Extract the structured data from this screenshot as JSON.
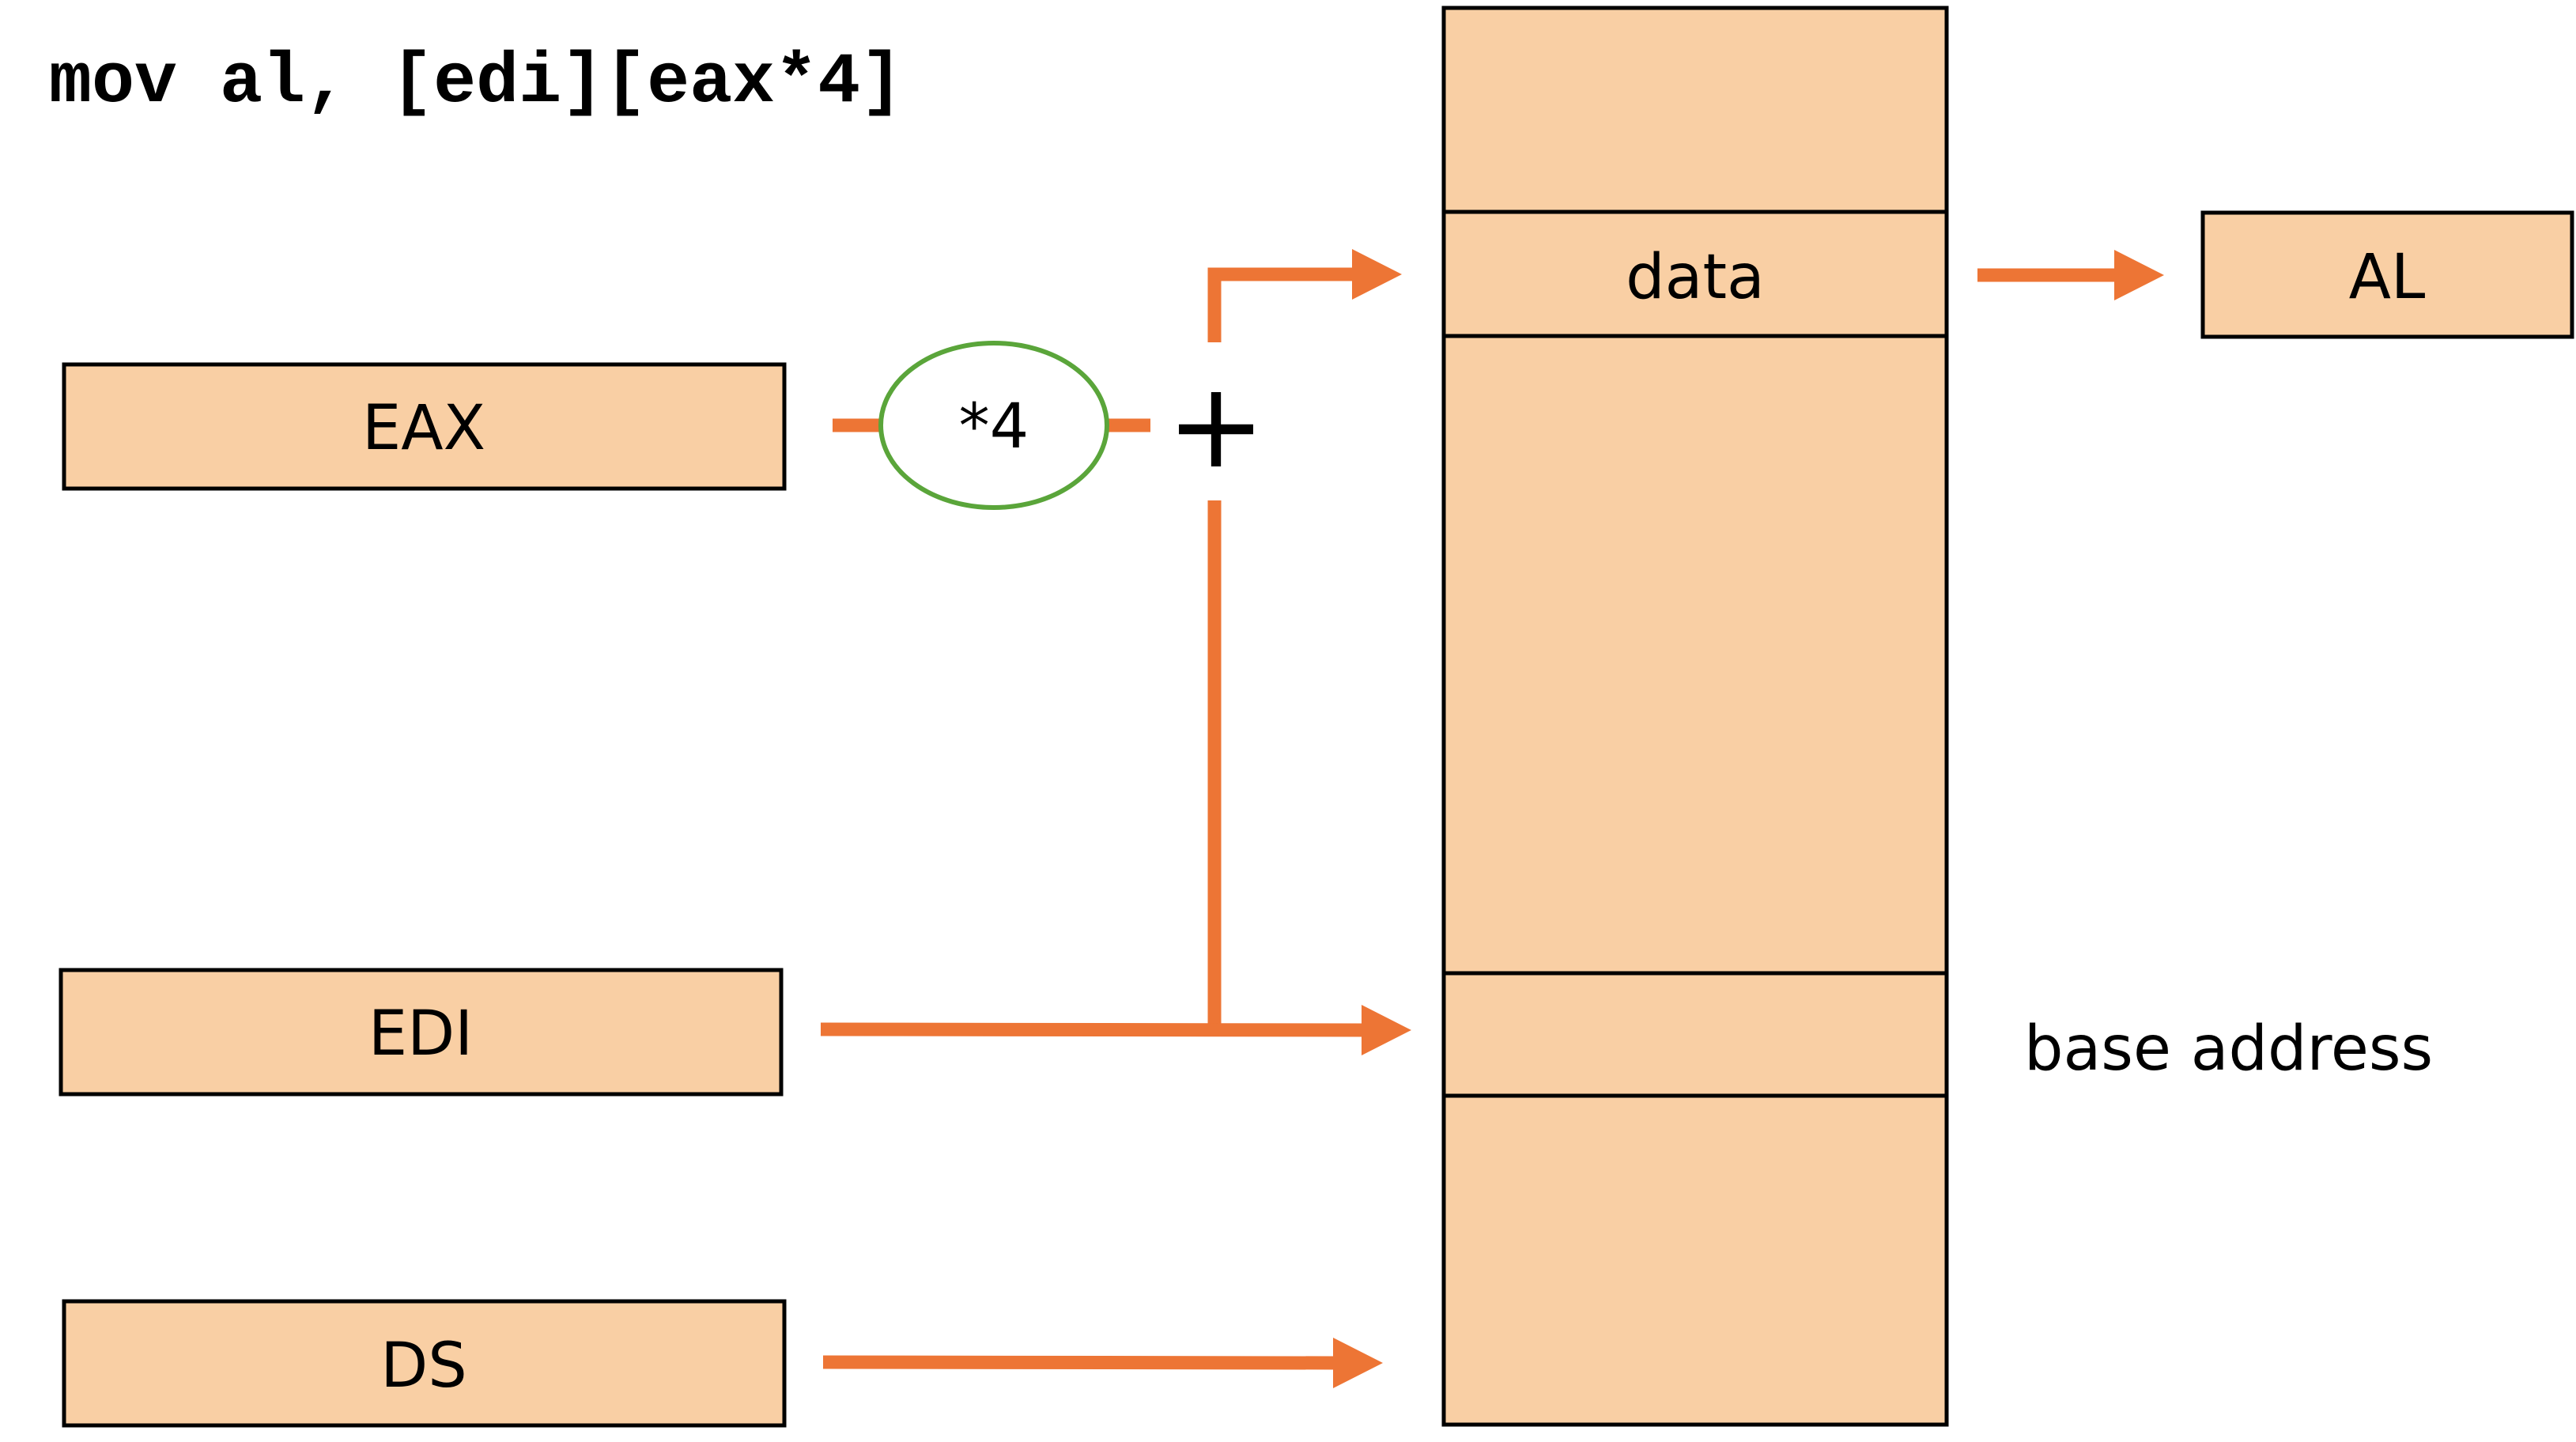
{
  "instruction": "mov al, [edi][eax*4]",
  "registers": {
    "eax": "EAX",
    "edi": "EDI",
    "ds": "DS",
    "al": "AL"
  },
  "operator": {
    "scale": "*4",
    "add": "+"
  },
  "memory": {
    "data_label": "data",
    "base_label": "base address"
  },
  "colors": {
    "box_fill": "#f9cfa4",
    "arrow": "#ed7535",
    "scale_ellipse": "#5aa53a",
    "outline": "#000000"
  }
}
